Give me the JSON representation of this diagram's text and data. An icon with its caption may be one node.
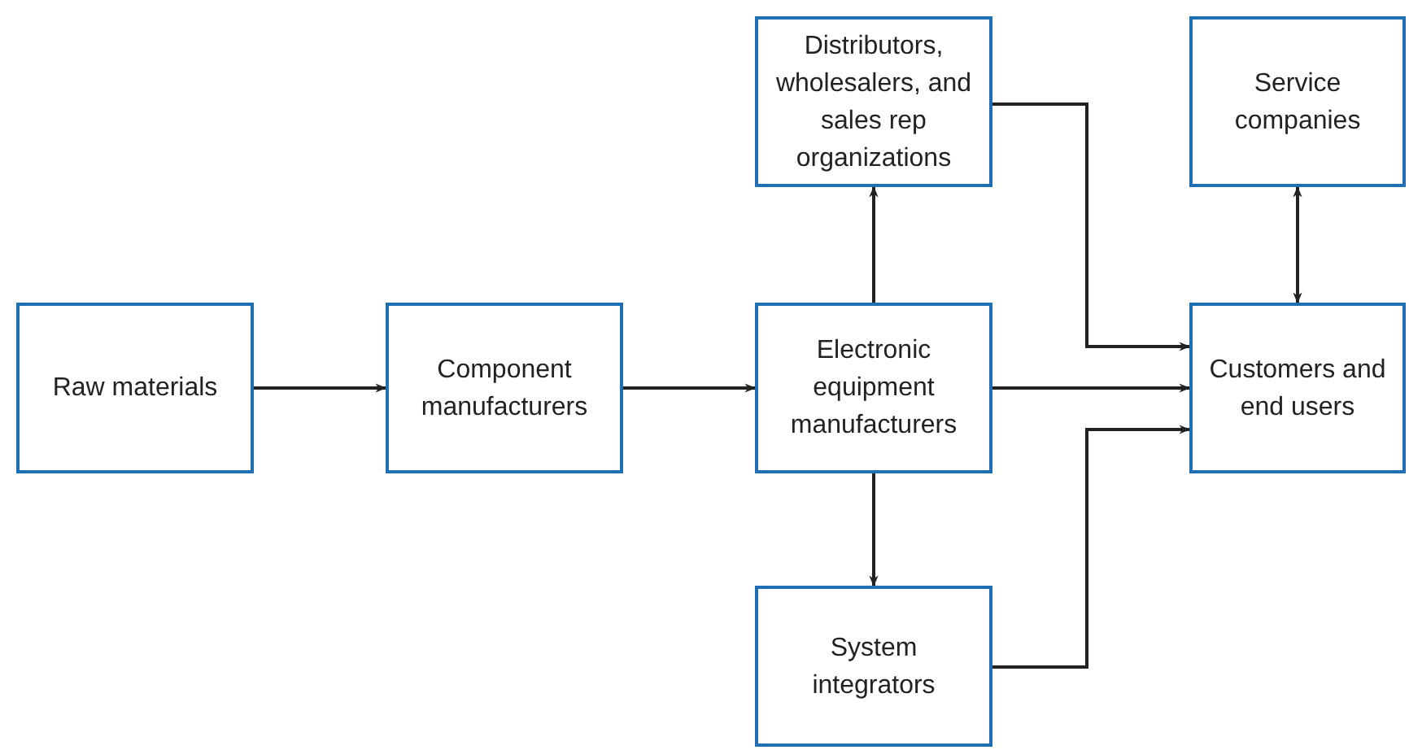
{
  "diagram": {
    "nodes": [
      {
        "text": [
          "Distributors, wholesalers, and sales rep organizations"
        ]
      },
      {
        "text": [
          "Service companies"
        ]
      },
      {
        "text": [
          "Raw materials"
        ]
      },
      {
        "text": [
          "Component manufacturers"
        ]
      },
      {
        "text": [
          "Electronic equipment manufacturers"
        ]
      },
      {
        "text": [
          "Customers and end users"
        ]
      },
      {
        "text": [
          "System integrators"
        ]
      }
    ],
    "edges": [
      {
        "from": 2,
        "to": 3,
        "arrow": "to"
      },
      {
        "from": 3,
        "to": 4,
        "arrow": "to"
      },
      {
        "from": 4,
        "to": 0,
        "arrow": "to"
      },
      {
        "from": 4,
        "to": 6,
        "arrow": "to"
      },
      {
        "from": 4,
        "to": 5,
        "arrow": "to"
      },
      {
        "from": 0,
        "to": 5,
        "arrow": "to"
      },
      {
        "from": 6,
        "to": 5,
        "arrow": "to"
      },
      {
        "from": 1,
        "to": 5,
        "arrow": "both"
      }
    ]
  }
}
